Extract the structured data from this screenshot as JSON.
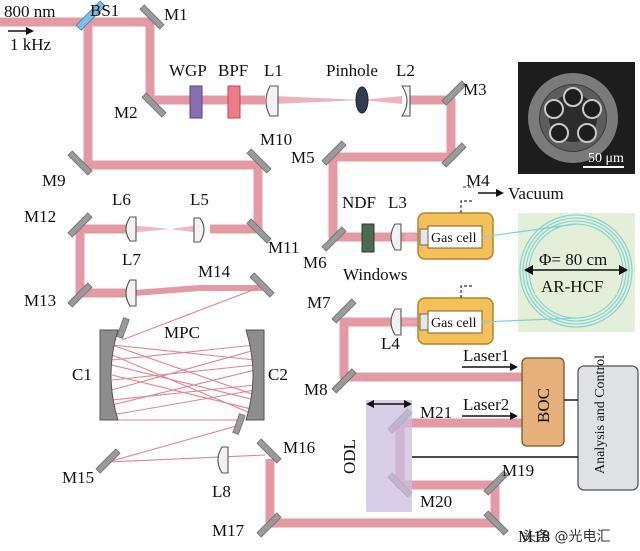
{
  "source": {
    "wavelength": "800 nm",
    "rate": "1 kHz"
  },
  "mirrors": [
    "BS1",
    "M1",
    "M2",
    "M3",
    "M4",
    "M5",
    "M6",
    "M7",
    "M8",
    "M9",
    "M10",
    "M11",
    "M12",
    "M13",
    "M14",
    "M15",
    "M16",
    "M17",
    "M19",
    "M20",
    "M21",
    "M18"
  ],
  "optics": {
    "wgp": "WGP",
    "bpf": "BPF",
    "l1": "L1",
    "pinhole": "Pinhole",
    "l2": "L2",
    "l3": "L3",
    "l4": "L4",
    "l5": "L5",
    "l6": "L6",
    "l7": "L7",
    "l8": "L8",
    "ndf": "NDF"
  },
  "mpc": {
    "label": "MPC",
    "c1": "C1",
    "c2": "C2"
  },
  "gas": {
    "cell_top": "Gas cell",
    "cell_bottom": "Gas cell",
    "vacuum": "Vacuum",
    "windows": "Windows"
  },
  "fiber": {
    "diameter": "Φ= 80 cm",
    "name": "AR-HCF"
  },
  "inset": {
    "scale": "50 μm"
  },
  "detection": {
    "laser1": "Laser1",
    "laser2": "Laser2",
    "boc": "BOC",
    "analysis": "Analysis and Control",
    "odl": "ODL"
  },
  "watermark": "头条 @光电汇"
}
